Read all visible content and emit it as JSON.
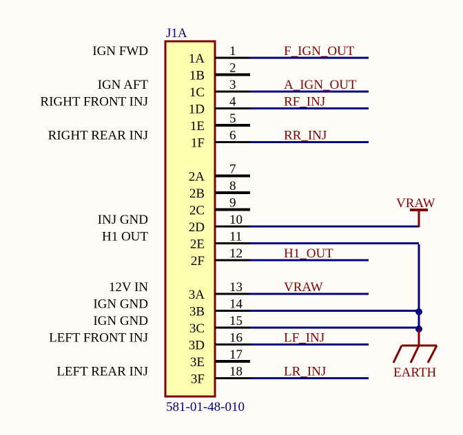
{
  "component": {
    "designator": "J1A",
    "part_number": "581-01-48-010"
  },
  "colors": {
    "background": "#fffcf7",
    "body_fill": "#ffffb0",
    "body_border": "#800000",
    "wire": "#000080",
    "net_label": "#800000",
    "pin": "#000000",
    "text": "#000000"
  },
  "pins": [
    {
      "name": "1A",
      "number": "1",
      "row": 0,
      "net": "F_IGN_OUT",
      "label": "IGN FWD",
      "wired": true
    },
    {
      "name": "1B",
      "number": "2",
      "row": 1,
      "net": "",
      "label": "",
      "wired": false
    },
    {
      "name": "1C",
      "number": "3",
      "row": 2,
      "net": "A_IGN_OUT",
      "label": "IGN AFT",
      "wired": true
    },
    {
      "name": "1D",
      "number": "4",
      "row": 3,
      "net": "RF_INJ",
      "label": "RIGHT FRONT INJ",
      "wired": true
    },
    {
      "name": "1E",
      "number": "5",
      "row": 4,
      "net": "",
      "label": "",
      "wired": false
    },
    {
      "name": "1F",
      "number": "6",
      "row": 5,
      "net": "RR_INJ",
      "label": "RIGHT REAR INJ",
      "wired": true
    },
    {
      "name": "2A",
      "number": "7",
      "row": 7,
      "net": "",
      "label": "",
      "wired": false
    },
    {
      "name": "2B",
      "number": "8",
      "row": 8,
      "net": "",
      "label": "",
      "wired": false
    },
    {
      "name": "2C",
      "number": "9",
      "row": 9,
      "net": "",
      "label": "",
      "wired": false
    },
    {
      "name": "2D",
      "number": "10",
      "row": 10,
      "net": "",
      "label": "INJ GND",
      "wired": true,
      "route": "vraw"
    },
    {
      "name": "2E",
      "number": "11",
      "row": 11,
      "net": "",
      "label": "H1 OUT",
      "wired": true,
      "route": "earth"
    },
    {
      "name": "2F",
      "number": "12",
      "row": 12,
      "net": "H1_OUT",
      "label": "",
      "wired": true
    },
    {
      "name": "3A",
      "number": "13",
      "row": 14,
      "net": "VRAW",
      "label": "12V IN",
      "wired": true
    },
    {
      "name": "3B",
      "number": "14",
      "row": 15,
      "net": "",
      "label": "IGN GND",
      "wired": true,
      "route": "earth-junction"
    },
    {
      "name": "3C",
      "number": "15",
      "row": 16,
      "net": "",
      "label": "IGN GND",
      "wired": true,
      "route": "earth-junction"
    },
    {
      "name": "3D",
      "number": "16",
      "row": 17,
      "net": "LF_INJ",
      "label": "LEFT FRONT INJ",
      "wired": true
    },
    {
      "name": "3E",
      "number": "17",
      "row": 18,
      "net": "",
      "label": "",
      "wired": false
    },
    {
      "name": "3F",
      "number": "18",
      "row": 19,
      "net": "LR_INJ",
      "label": "LEFT REAR INJ",
      "wired": true
    }
  ],
  "power_ports": {
    "vraw": "VRAW",
    "earth": "EARTH"
  }
}
